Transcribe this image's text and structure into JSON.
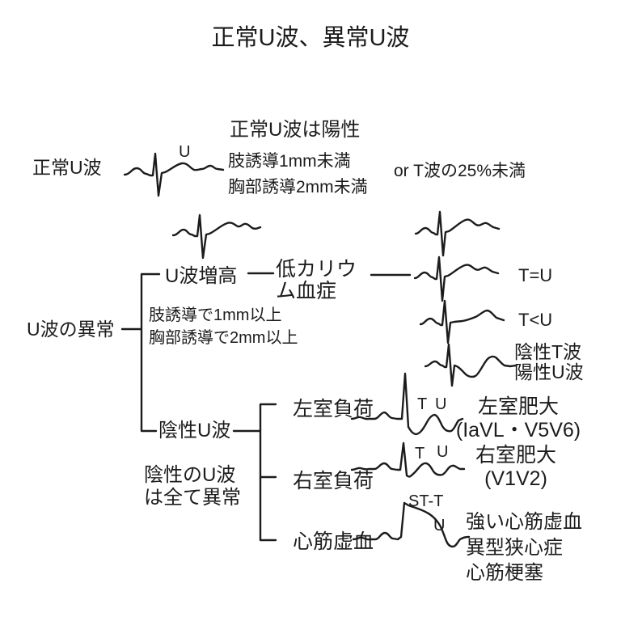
{
  "colors": {
    "ink": "#1c1c1c",
    "background": "#ffffff"
  },
  "title": "正常U波、異常U波",
  "normal": {
    "label": "正常U波",
    "u_mark": "U",
    "heading": "正常U波は陽性",
    "criteria": "肢誘導1mm未満\n胸部誘導2mm未満",
    "or_note": "or T波の25%未満"
  },
  "tree": {
    "root": "U波の異常",
    "increased": {
      "label": "U波増高",
      "criteria": "肢誘導で1mm以上\n胸部誘導で2mm以上",
      "cause": "低カリウ\nム血症",
      "findings": [
        {
          "label": "T=U"
        },
        {
          "label": "T<U"
        },
        {
          "label": "陰性T波\n陽性U波"
        }
      ]
    },
    "negative": {
      "label": "陰性U波",
      "note": "陰性のU波\nは全て異常",
      "rows": [
        {
          "label": "左室負荷",
          "t": "T",
          "u": "U",
          "diagnosis": "左室肥大\n(IaVL・V5V6)"
        },
        {
          "label": "右室負荷",
          "t": "T",
          "u": "U",
          "diagnosis": "右室肥大\n(V1V2)"
        },
        {
          "label": "心筋虚血",
          "st": "ST-T",
          "u": "U",
          "diagnosis": "強い心筋虚血\n異型狭心症\n心筋梗塞"
        }
      ]
    }
  }
}
